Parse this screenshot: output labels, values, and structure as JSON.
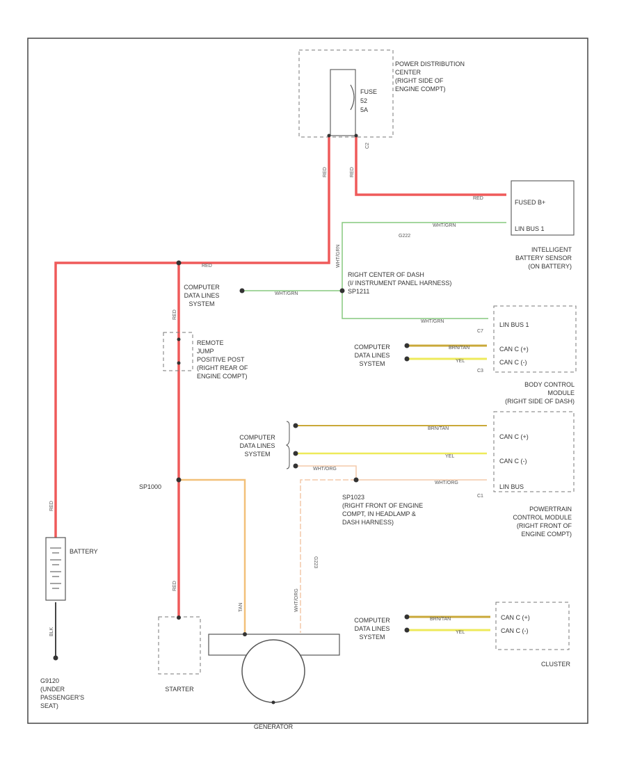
{
  "components": {
    "pdc": [
      "POWER DISTRIBUTION",
      "CENTER",
      "(RIGHT SIDE OF",
      "ENGINE COMPT)"
    ],
    "fuse": [
      "FUSE",
      "52",
      "5A"
    ],
    "ibs": [
      "INTELLIGENT",
      "BATTERY SENSOR",
      "(ON BATTERY)"
    ],
    "ibs_pins": [
      "FUSED B+",
      "LIN BUS 1"
    ],
    "splice_dash": [
      "RIGHT CENTER OF DASH",
      "(I/ INSTRUMENT PANEL HARNESS)",
      "SP1211"
    ],
    "bcm": [
      "BODY CONTROL",
      "MODULE",
      "(RIGHT SIDE OF DASH)"
    ],
    "bcm_pins": [
      "LIN BUS 1",
      "CAN C (+)",
      "CAN C (-)"
    ],
    "remote_jump": [
      "REMOTE",
      "JUMP",
      "POSITIVE POST",
      "(RIGHT REAR OF",
      "ENGINE COMPT)"
    ],
    "pcm": [
      "POWERTRAIN",
      "CONTROL MODULE",
      "(RIGHT FRONT OF",
      "ENGINE COMPT)"
    ],
    "pcm_pins": [
      "CAN C (+)",
      "CAN C (-)",
      "LIN BUS"
    ],
    "splice_engine": [
      "SP1023",
      "(RIGHT FRONT OF ENGINE",
      "COMPT, IN HEADLAMP &",
      "DASH HARNESS)"
    ],
    "battery": "BATTERY",
    "starter": "STARTER",
    "generator": "GENERATOR",
    "cluster": "CLUSTER",
    "cluster_pins": [
      "CAN C (+)",
      "CAN C (-)"
    ],
    "ground": [
      "G9120",
      "(UNDER",
      "PASSENGER'S",
      "SEAT)"
    ],
    "sp1000": "SP1000",
    "cds": [
      "COMPUTER",
      "DATA LINES",
      "SYSTEM"
    ]
  },
  "connectors": {
    "c1": "C1",
    "c2": "C2",
    "c3": "C3",
    "c7": "C7",
    "g222": "G222",
    "g223": "G223"
  },
  "wires": {
    "red": "RED",
    "wht_grn": "WHT/GRN",
    "wht_grn_v": "WHT/GRN",
    "brn_tan": "BRN/TAN",
    "yel": "YEL",
    "wht_org": "WHT/ORG",
    "tan": "TAN",
    "blk": "BLK"
  },
  "colors": {
    "power": "#ef5a5a",
    "lin": "#86c97f",
    "can_hi": "#c9a838",
    "can_lo": "#eeea5a",
    "gen": "#f2c079",
    "lin_pcm": "#f4c9a8",
    "ground": "#444444"
  }
}
